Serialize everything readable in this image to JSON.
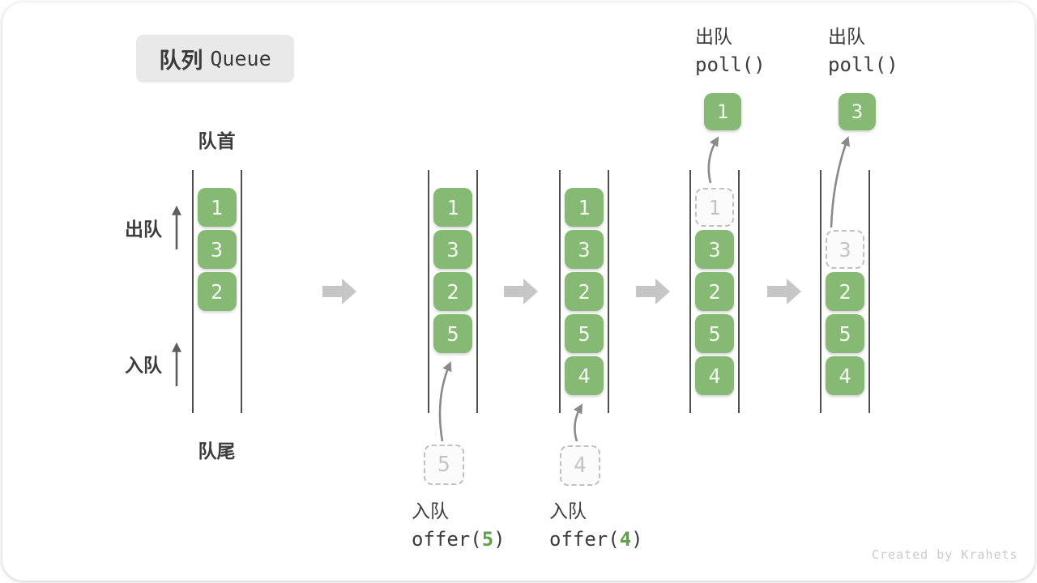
{
  "title": {
    "zh": "队列",
    "en": "Queue"
  },
  "labels": {
    "front": "队首",
    "rear": "队尾",
    "dequeue_side": "出队",
    "enqueue_side": "入队"
  },
  "colors": {
    "green": "#86BA74",
    "box_text": "#F3F7EF",
    "dashed_border": "#C0C0C0",
    "dashed_text": "#C4C4C4",
    "line": "#4F4F4F",
    "label_text": "#3C3C3C",
    "block_arrow": "#C6C6C6",
    "curve_arrow": "#8A8A8A",
    "side_arrow": "#5E5E5E",
    "accent_green_text": "#5FA048",
    "title_bg": "#E9E9E9",
    "watermark": "#CACACA"
  },
  "states": [
    {
      "name": "state-1-initial",
      "slots": [
        {
          "row": 0,
          "value": "1",
          "style": "solid"
        },
        {
          "row": 1,
          "value": "3",
          "style": "solid"
        },
        {
          "row": 2,
          "value": "2",
          "style": "solid"
        }
      ]
    },
    {
      "name": "state-2-after-offer-5",
      "slots": [
        {
          "row": 0,
          "value": "1",
          "style": "solid"
        },
        {
          "row": 1,
          "value": "3",
          "style": "solid"
        },
        {
          "row": 2,
          "value": "2",
          "style": "solid"
        },
        {
          "row": 3,
          "value": "5",
          "style": "solid"
        }
      ]
    },
    {
      "name": "state-3-after-offer-4",
      "slots": [
        {
          "row": 0,
          "value": "1",
          "style": "solid"
        },
        {
          "row": 1,
          "value": "3",
          "style": "solid"
        },
        {
          "row": 2,
          "value": "2",
          "style": "solid"
        },
        {
          "row": 3,
          "value": "5",
          "style": "solid"
        },
        {
          "row": 4,
          "value": "4",
          "style": "solid"
        }
      ]
    },
    {
      "name": "state-4-after-poll-1",
      "slots": [
        {
          "row": 0,
          "value": "1",
          "style": "dashed"
        },
        {
          "row": 1,
          "value": "3",
          "style": "solid"
        },
        {
          "row": 2,
          "value": "2",
          "style": "solid"
        },
        {
          "row": 3,
          "value": "5",
          "style": "solid"
        },
        {
          "row": 4,
          "value": "4",
          "style": "solid"
        }
      ]
    },
    {
      "name": "state-5-after-poll-3",
      "slots": [
        {
          "row": 1,
          "value": "3",
          "style": "dashed"
        },
        {
          "row": 2,
          "value": "2",
          "style": "solid"
        },
        {
          "row": 3,
          "value": "5",
          "style": "solid"
        },
        {
          "row": 4,
          "value": "4",
          "style": "solid"
        }
      ]
    }
  ],
  "enqueue_ops": [
    {
      "state": 1,
      "label": "入队",
      "fn": "offer",
      "arg": "5",
      "pending": "5"
    },
    {
      "state": 2,
      "label": "入队",
      "fn": "offer",
      "arg": "4",
      "pending": "4"
    }
  ],
  "dequeue_ops": [
    {
      "state": 3,
      "label": "出队",
      "code": "poll()",
      "popped": "1"
    },
    {
      "state": 4,
      "label": "出队",
      "code": "poll()",
      "popped": "3"
    }
  ],
  "watermark": "Created by Krahets"
}
